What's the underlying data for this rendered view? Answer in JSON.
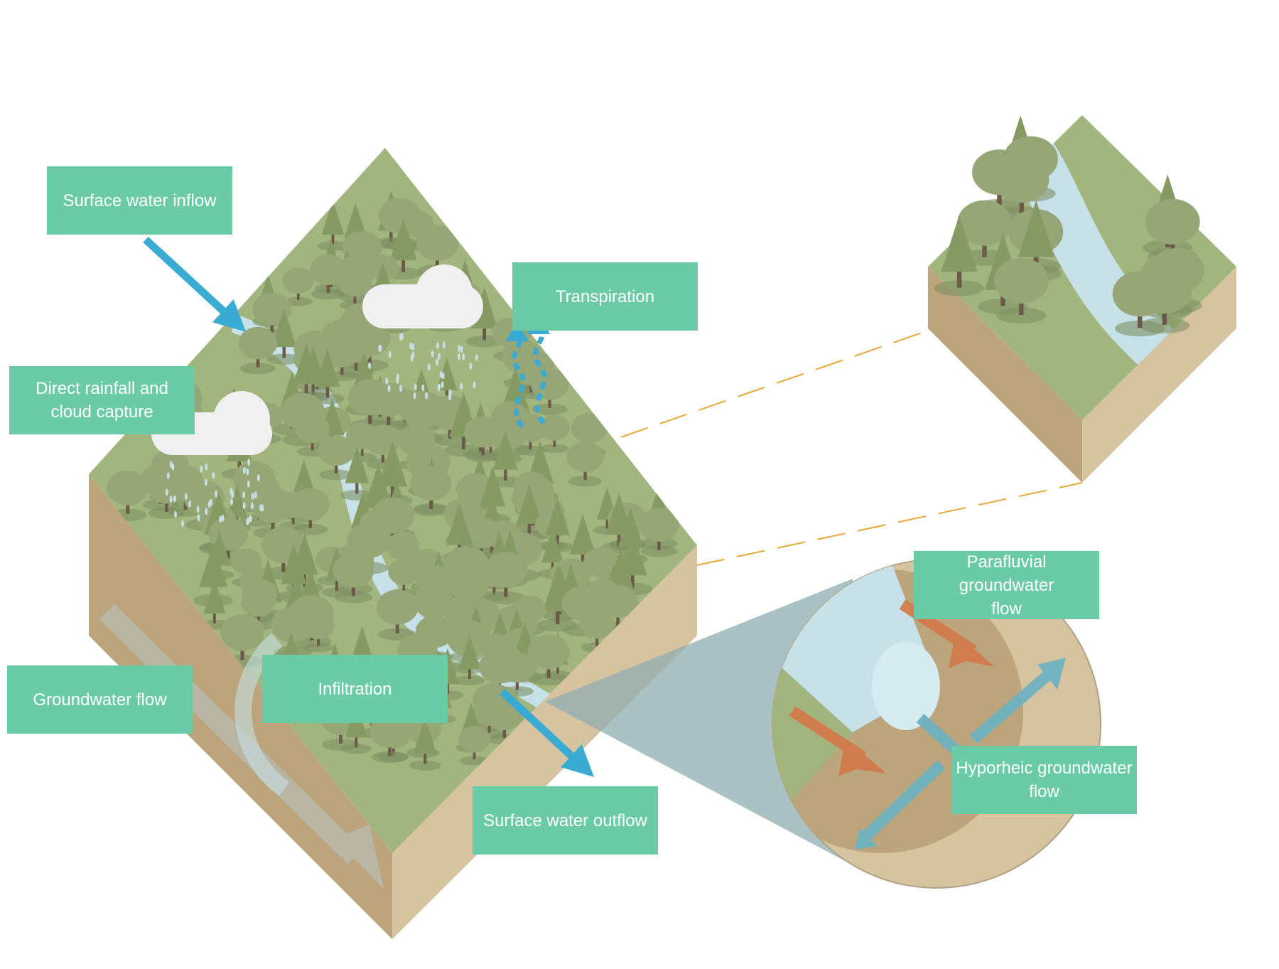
{
  "labels": {
    "surface_water_inflow": "Surface water inflow",
    "transpiration": "Transpiration",
    "direct_rainfall": "Direct rainfall and cloud capture",
    "groundwater_flow": "Groundwater flow",
    "infiltration": "Infiltration",
    "surface_water_outflow": "Surface water outflow",
    "parafluvial_flow": "Parafluvial groundwater flow",
    "hyporheic_flow": "Hyporheic groundwater flow"
  },
  "colors": {
    "label_bg": "#6acba6",
    "water_arrow": "#3aabd2",
    "parafluvial_arrow": "#d4784a",
    "hyporheic_arrow": "#6eb2c0",
    "grass": "#a3b57f",
    "soil": "#d6c3a0",
    "river": "#c6e1e7",
    "guide_line": "#e8a838"
  }
}
